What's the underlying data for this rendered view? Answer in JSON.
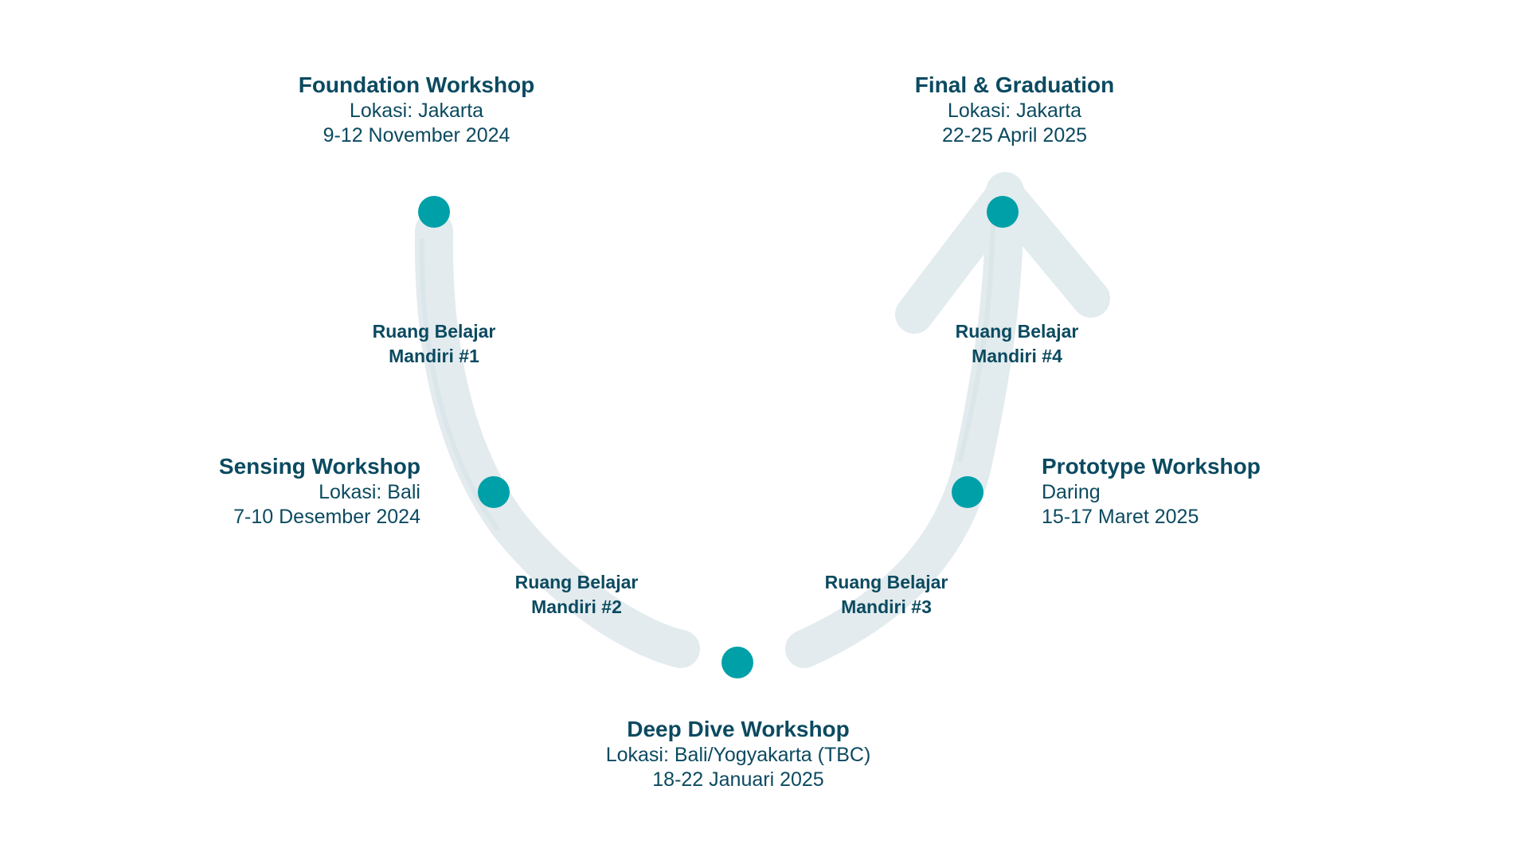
{
  "colors": {
    "accent": "#00a0a8",
    "text": "#0b4a60",
    "stroke": "#dde8eb"
  },
  "stages": [
    {
      "title": "Foundation Workshop",
      "line1": "Lokasi: Jakarta",
      "line2": "9-12 November 2024"
    },
    {
      "title": "Sensing Workshop",
      "line1": "Lokasi: Bali",
      "line2": "7-10 Desember 2024"
    },
    {
      "title": "Deep Dive Workshop",
      "line1": "Lokasi: Bali/Yogyakarta (TBC)",
      "line2": "18-22 Januari 2025"
    },
    {
      "title": "Prototype Workshop",
      "line1": "Daring",
      "line2": "15-17 Maret 2025"
    },
    {
      "title": "Final & Graduation",
      "line1": "Lokasi: Jakarta",
      "line2": "22-25 April 2025"
    }
  ],
  "self_learning": [
    {
      "line1": "Ruang Belajar",
      "line2": "Mandiri #1"
    },
    {
      "line1": "Ruang Belajar",
      "line2": "Mandiri #2"
    },
    {
      "line1": "Ruang Belajar",
      "line2": "Mandiri #3"
    },
    {
      "line1": "Ruang Belajar",
      "line2": "Mandiri #4"
    }
  ]
}
